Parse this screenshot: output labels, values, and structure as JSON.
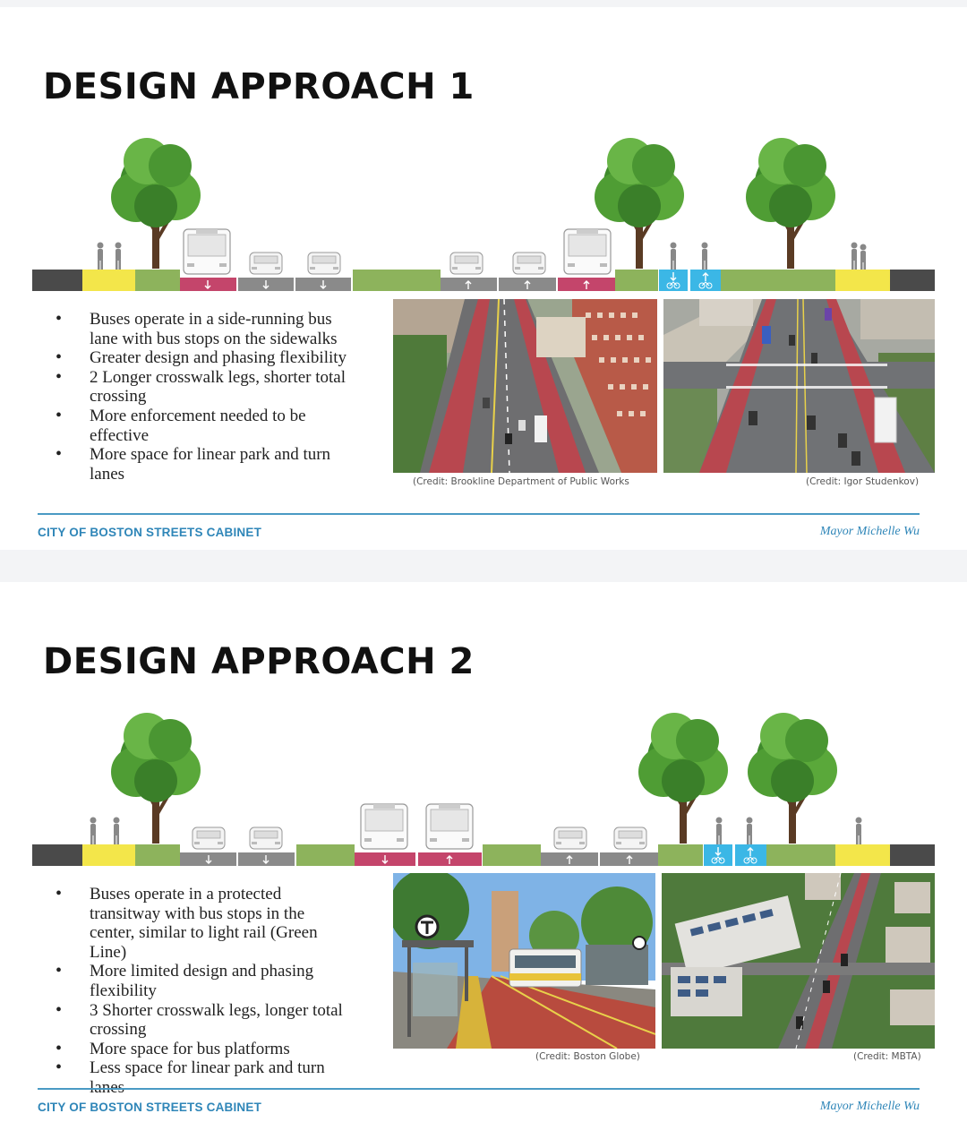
{
  "slides": [
    {
      "title": "DESIGN APPROACH 1",
      "bullets": [
        "Buses operate in a side-running bus lane with bus stops on the sidewalks",
        "Greater design and phasing flexibility",
        "2 Longer crosswalk legs, shorter total crossing",
        "More enforcement needed to be effective",
        "More space for linear park and turn lanes"
      ],
      "photos": [
        {
          "credit": "(Credit: Brookline Department of Public Works"
        },
        {
          "credit": "(Credit: Igor Studenkov)"
        }
      ],
      "footer_left": "CITY OF BOSTON STREETS CABINET",
      "footer_right": "Mayor Michelle Wu"
    },
    {
      "title": "DESIGN APPROACH 2",
      "bullets": [
        "Buses operate in a protected transitway with bus stops in the center, similar to light rail (Green Line)",
        "More limited design and phasing flexibility",
        "3 Shorter crosswalk legs, longer total crossing",
        "More space for bus platforms",
        "Less space for linear park and turn lanes"
      ],
      "photos": [
        {
          "credit": "(Credit: Boston Globe)"
        },
        {
          "credit": "(Credit: MBTA)"
        }
      ],
      "footer_left": "CITY OF BOSTON STREETS CABINET",
      "footer_right": "Mayor Michelle Wu"
    }
  ],
  "colors": {
    "sidewalk": "#4a4a4a",
    "yellow_zone": "#f3e64a",
    "green_buffer": "#8db35c",
    "bus_lane": "#c4456b",
    "travel_lane": "#8a8a8a",
    "bike_lane": "#3bb7e6",
    "footer_blue": "#2f86b8"
  },
  "icons": [
    "tree-icon",
    "pedestrian-icon",
    "bus-icon",
    "car-icon",
    "arrow-down-icon",
    "arrow-up-icon",
    "bicycle-icon",
    "t-logo-icon"
  ]
}
